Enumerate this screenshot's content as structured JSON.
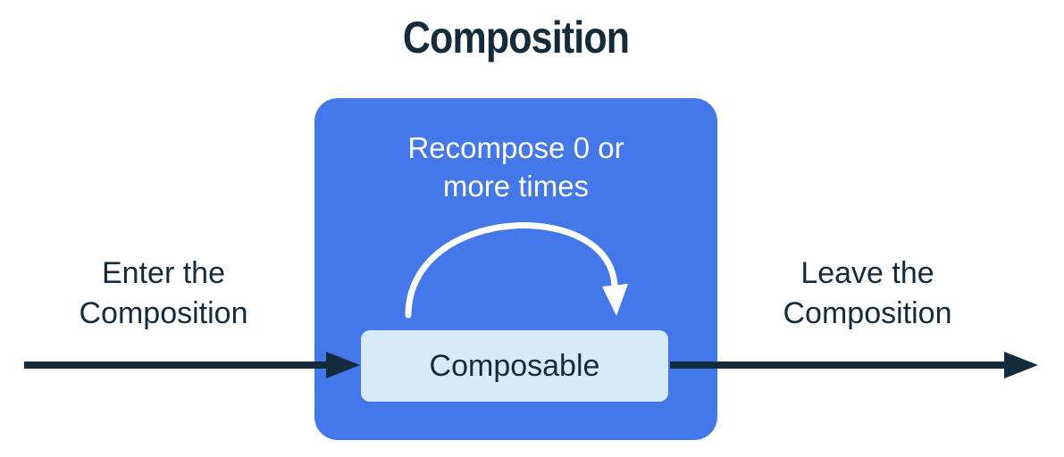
{
  "diagram": {
    "title": "Composition",
    "composition_box": {
      "recompose_note": {
        "line1": "Recompose 0 or",
        "line2": "more times"
      },
      "composable_label": "Composable"
    },
    "enter_label": {
      "line1": "Enter the",
      "line2": "Composition"
    },
    "leave_label": {
      "line1": "Leave the",
      "line2": "Composition"
    },
    "icons": {
      "recompose_arc": "curved-loop-arrow",
      "enter_arrow": "right-arrow",
      "leave_arrow": "right-arrow"
    },
    "colors": {
      "background": "#ffffff",
      "composition_box_fill": "#4377ea",
      "composable_box_fill": "#d6eafb",
      "dark_text": "#142b3c",
      "light_text": "#ffffff",
      "flow_arrow": "#142b3c",
      "recompose_arc": "#ffffff"
    }
  }
}
